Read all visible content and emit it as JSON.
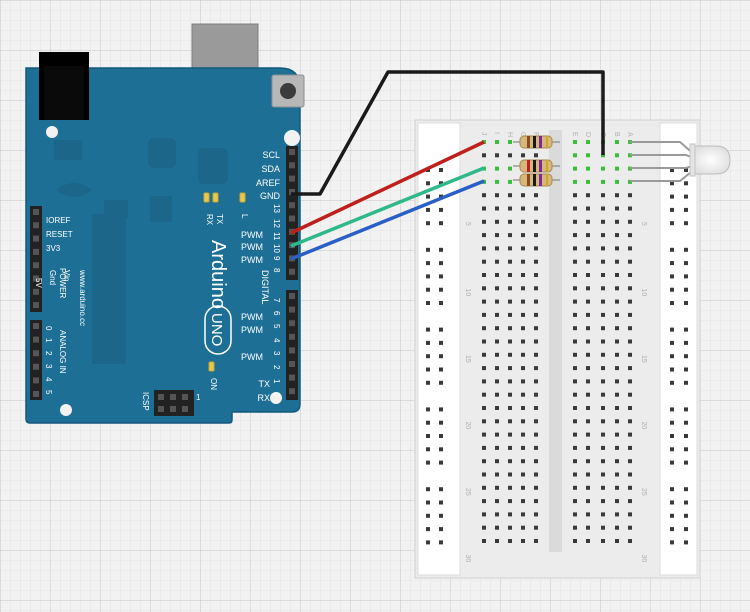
{
  "colors": {
    "board": "#1d6f96",
    "board_edge": "#145a7c",
    "wire_gnd": "#1a1a1a",
    "wire_red": "#c0201c",
    "wire_green": "#2fb88a",
    "wire_blue": "#2a5fc8",
    "breadboard": "#ececec",
    "hole": "#3a3a3a",
    "hole_connected": "#38c038"
  },
  "arduino": {
    "name": "Arduino",
    "model": "UNO",
    "website": "www.arduino.cc",
    "top_pins": [
      "SCL",
      "SDA",
      "AREF",
      "GND"
    ],
    "digital_numbers_top": [
      "13",
      "12",
      "11",
      "10",
      "9",
      "8"
    ],
    "pwm_labels_top": [
      "PWM",
      "PWM",
      "PWM"
    ],
    "digital_label": "DIGITAL",
    "digital_numbers_bottom": [
      "7",
      "6",
      "5",
      "4",
      "3",
      "2",
      "1",
      "0"
    ],
    "pwm_labels_bottom": [
      "PWM",
      "PWM",
      "PWM"
    ],
    "tx_label": "TX",
    "rx_label": "RX",
    "led_tx": "TX",
    "led_rx": "RX",
    "led_l": "L",
    "on_label": "ON",
    "icsp_label": "ICSP",
    "icsp_number": "1",
    "power_pins": [
      "IOREF",
      "RESET",
      "3V3",
      "5V",
      "Gnd",
      "Vin"
    ],
    "power_label": "POWER",
    "analog_label": "ANALOG IN",
    "analog_numbers": [
      "0",
      "1",
      "2",
      "3",
      "4",
      "5"
    ]
  },
  "breadboard": {
    "columns_left": [
      "J",
      "I",
      "H",
      "G",
      "F"
    ],
    "columns_right": [
      "E",
      "D",
      "C",
      "B",
      "A"
    ],
    "row_markers": [
      "5",
      "10",
      "15",
      "20",
      "25",
      "30"
    ]
  }
}
